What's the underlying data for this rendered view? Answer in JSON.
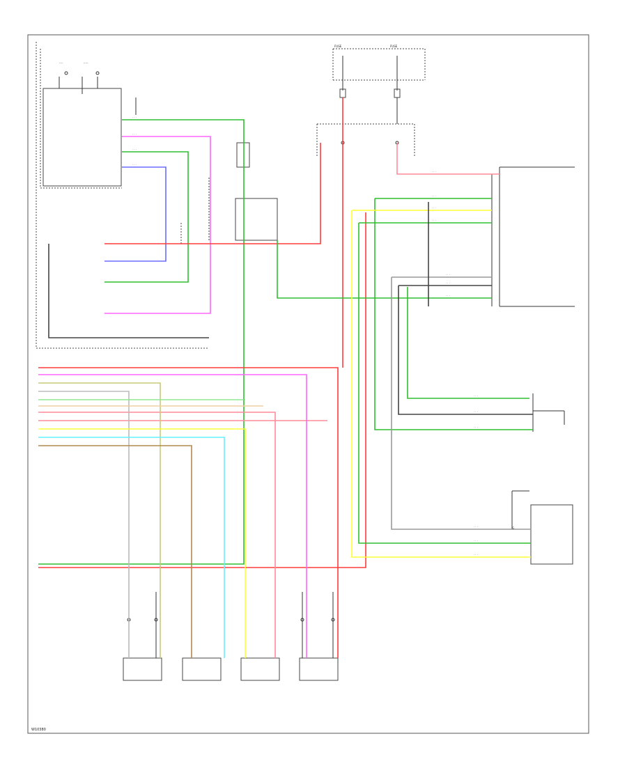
{
  "colors": {
    "red": "#ff3b3b",
    "pink": "#ff8a9a",
    "green": "#2fbf2f",
    "light_green": "#90e890",
    "magenta": "#ff66ff",
    "blue": "#6b6bff",
    "yellow": "#ffff33",
    "cyan": "#66f0ff",
    "olive": "#c8c878",
    "brown": "#b08a4a",
    "tan": "#f0d0a0",
    "gray": "#999999",
    "black": "#333333"
  },
  "labels": {
    "fuse_left": "FUSE",
    "fuse_right": "FUSE",
    "ground": "G",
    "footer": "W10380"
  }
}
